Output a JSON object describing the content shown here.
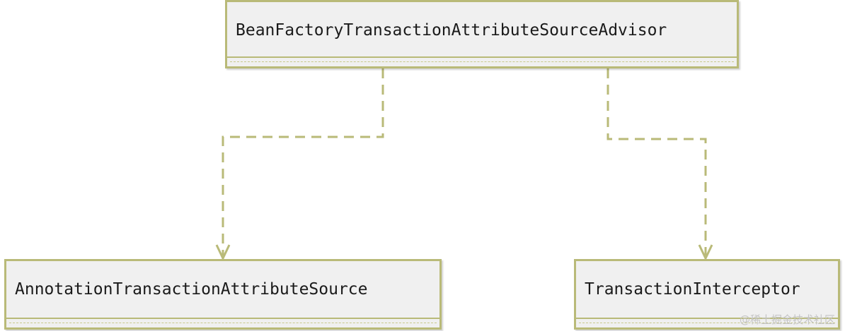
{
  "diagram": {
    "classes": {
      "top": {
        "name": "BeanFactoryTransactionAttributeSourceAdvisor"
      },
      "left": {
        "name": "AnnotationTransactionAttributeSource"
      },
      "right": {
        "name": "TransactionInterceptor"
      }
    },
    "relations": [
      {
        "from": "BeanFactoryTransactionAttributeSourceAdvisor",
        "to": "AnnotationTransactionAttributeSource",
        "kind": "dependency"
      },
      {
        "from": "BeanFactoryTransactionAttributeSourceAdvisor",
        "to": "TransactionInterceptor",
        "kind": "dependency"
      }
    ],
    "colors": {
      "border": "#b9ba78",
      "fill": "#f0f0f0",
      "connector": "#b9ba78"
    }
  },
  "watermark": "@稀土掘金技术社区"
}
